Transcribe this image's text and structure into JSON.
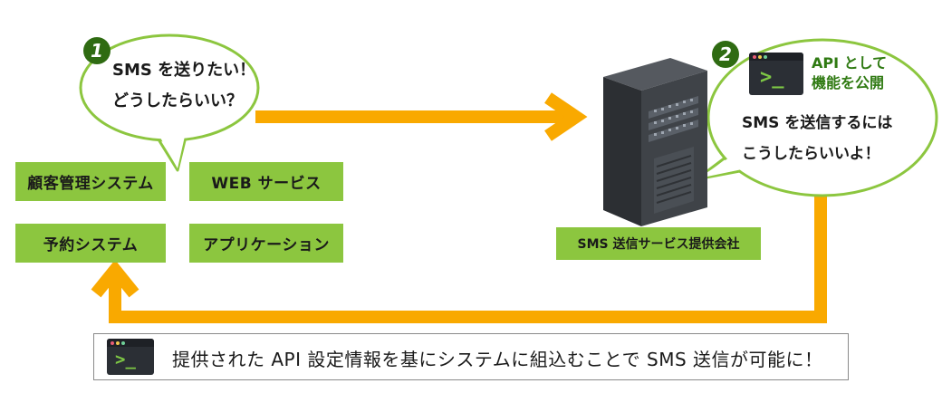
{
  "bubble1": {
    "number": "1",
    "line1": "SMS を送りたい！",
    "line2": "どうしたらいい？"
  },
  "systems": [
    "顧客管理システム",
    "WEB サービス",
    "予約システム",
    "アプリケーション"
  ],
  "bubble2": {
    "number": "2",
    "api_line1": "API として",
    "api_line2": "機能を公開",
    "line1": "SMS を送信するには",
    "line2": "こうしたらいいよ！"
  },
  "company_label": "SMS 送信サービス提供会社",
  "footer_text": "提供された API 設定情報を基にシステムに組込むことで SMS 送信が可能に！",
  "colors": {
    "accent_green": "#8cc63f",
    "arrow_orange": "#f9a900",
    "dark_green": "#2f6b12",
    "server": "#3b3e43"
  },
  "icons": [
    "terminal-icon",
    "server-icon",
    "arrow-right",
    "arrow-up"
  ]
}
